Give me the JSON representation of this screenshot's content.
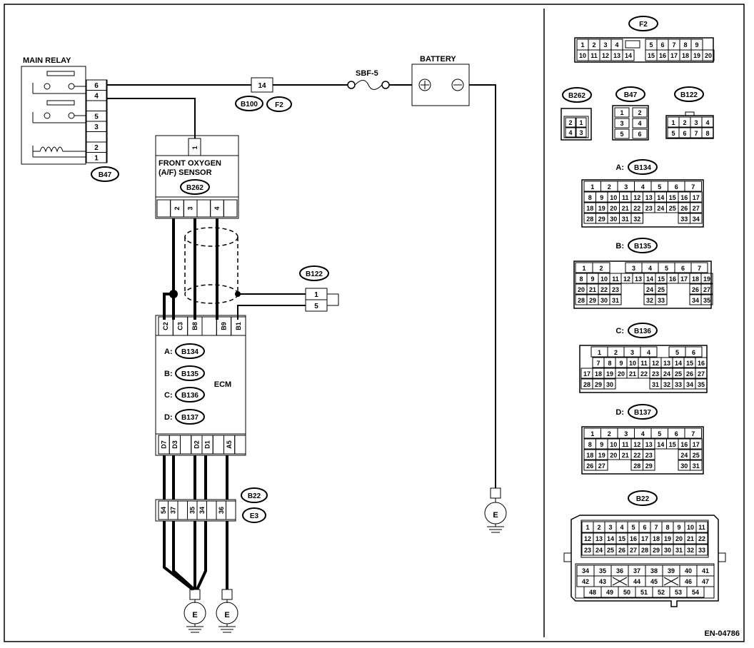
{
  "labels": {
    "main_relay": "MAIN RELAY",
    "battery": "BATTERY",
    "sbf": "SBF-5",
    "sensor_line1": "FRONT OXYGEN",
    "sensor_line2": "(A/F) SENSOR",
    "ecm": "ECM",
    "ground": "E",
    "diagram_code": "EN-04786"
  },
  "connector_ids": {
    "b47": "B47",
    "b100": "B100",
    "f2": "F2",
    "b262": "B262",
    "b122": "B122",
    "b134": "B134",
    "b135": "B135",
    "b136": "B136",
    "b137": "B137",
    "b22": "B22",
    "e3": "E3"
  },
  "ecm_prefixes": [
    "A:",
    "B:",
    "C:",
    "D:"
  ],
  "relay_pins": [
    "6",
    "4",
    "",
    "5",
    "3",
    "",
    "2",
    "1"
  ],
  "fuse_pin": "14",
  "sensor_top_pin": "1",
  "sensor_bottom_pins": [
    "",
    "2",
    "3",
    "",
    "4",
    ""
  ],
  "b122_pins": [
    "1",
    "5"
  ],
  "ecm_top_pins": [
    "C2",
    "C3",
    "B8",
    "",
    "B9",
    "B1"
  ],
  "ecm_bottom_pins": [
    "D7",
    "D3",
    "",
    "D2",
    "D1",
    "",
    "A5",
    ""
  ],
  "b22_inline_pins": [
    "54",
    "37",
    "",
    "35",
    "34",
    "",
    "36",
    ""
  ],
  "connector_views": {
    "f2": {
      "title": "F2",
      "row1": [
        "1",
        "2",
        "3",
        "4",
        "",
        "",
        "5",
        "6",
        "7",
        "8",
        "9"
      ],
      "row2": [
        "10",
        "11",
        "12",
        "13",
        "14",
        "",
        "15",
        "16",
        "17",
        "18",
        "19",
        "20"
      ]
    },
    "b262": {
      "title": "B262",
      "pins": [
        "2",
        "1",
        "4",
        "3"
      ]
    },
    "b47": {
      "title": "B47",
      "pins": [
        "1",
        "2",
        "3",
        "4",
        "5",
        "6"
      ]
    },
    "b122": {
      "title": "B122",
      "row1": [
        "1",
        "2",
        "3",
        "4"
      ],
      "row2": [
        "5",
        "6",
        "7",
        "8"
      ]
    },
    "a": {
      "prefix": "A:",
      "title": "B134",
      "rows": [
        [
          "1",
          "2",
          "3",
          "4",
          "5",
          "6",
          "7"
        ],
        [
          "8",
          "9",
          "10",
          "11",
          "12",
          "13",
          "14",
          "15",
          "16",
          "17"
        ],
        [
          "18",
          "19",
          "20",
          "21",
          "22",
          "23",
          "24",
          "25",
          "26",
          "27"
        ],
        [
          "28",
          "29",
          "30",
          "31",
          "32",
          "",
          "",
          "",
          "33",
          "34"
        ]
      ]
    },
    "b": {
      "prefix": "B:",
      "title": "B135",
      "rows": [
        [
          "1",
          "2",
          "",
          "3",
          "4",
          "5",
          "6",
          "7"
        ],
        [
          "8",
          "9",
          "10",
          "11",
          "12",
          "13",
          "14",
          "15",
          "16",
          "17",
          "18",
          "19"
        ],
        [
          "20",
          "21",
          "22",
          "23",
          "",
          "",
          "24",
          "25",
          "",
          "",
          "26",
          "27"
        ],
        [
          "28",
          "29",
          "30",
          "31",
          "",
          "",
          "32",
          "33",
          "",
          "",
          "34",
          "35"
        ]
      ]
    },
    "c": {
      "prefix": "C:",
      "title": "B136",
      "rows": [
        [
          "1",
          "2",
          "3",
          "4",
          "",
          "5",
          "6"
        ],
        [
          "7",
          "8",
          "9",
          "10",
          "11",
          "12",
          "13",
          "14",
          "15",
          "16"
        ],
        [
          "17",
          "18",
          "19",
          "20",
          "21",
          "22",
          "23",
          "24",
          "25",
          "26",
          "27"
        ],
        [
          "28",
          "29",
          "30",
          "",
          "",
          "",
          "31",
          "32",
          "33",
          "34",
          "35"
        ]
      ]
    },
    "d": {
      "prefix": "D:",
      "title": "B137",
      "rows": [
        [
          "1",
          "2",
          "3",
          "4",
          "5",
          "6",
          "7"
        ],
        [
          "8",
          "9",
          "10",
          "11",
          "12",
          "13",
          "14",
          "15",
          "16",
          "17"
        ],
        [
          "18",
          "19",
          "20",
          "21",
          "22",
          "23",
          "",
          "",
          "24",
          "25"
        ],
        [
          "26",
          "27",
          "",
          "",
          "28",
          "29",
          "",
          "",
          "30",
          "31"
        ]
      ]
    },
    "b22": {
      "title": "B22",
      "rows": [
        [
          "1",
          "2",
          "3",
          "4",
          "5",
          "6",
          "7",
          "8",
          "9",
          "10",
          "11"
        ],
        [
          "12",
          "13",
          "14",
          "15",
          "16",
          "17",
          "18",
          "19",
          "20",
          "21",
          "22"
        ],
        [
          "23",
          "24",
          "25",
          "26",
          "27",
          "28",
          "29",
          "30",
          "31",
          "32",
          "33"
        ],
        [
          "34",
          "35",
          "36",
          "37",
          "38",
          "39",
          "40",
          "41"
        ],
        [
          "42",
          "43",
          "",
          "44",
          "45",
          "",
          "46",
          "47"
        ],
        [
          "48",
          "49",
          "50",
          "51",
          "52",
          "53",
          "54"
        ]
      ]
    }
  }
}
